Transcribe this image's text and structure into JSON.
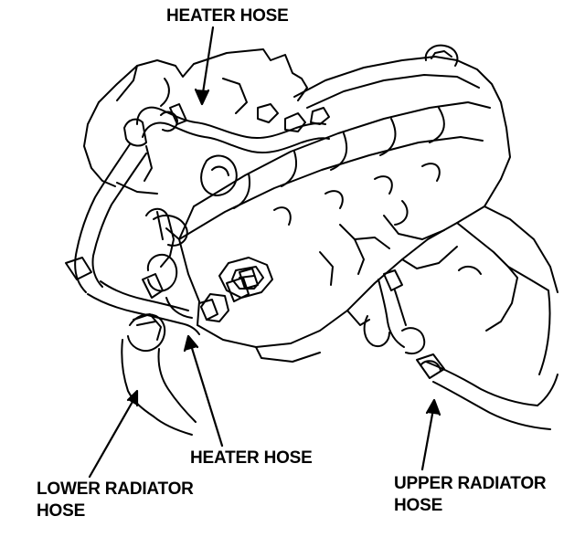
{
  "labels": {
    "heater_hose_top": "HEATER HOSE",
    "heater_hose_bottom": "HEATER HOSE",
    "lower_radiator_hose_line1": "LOWER RADIATOR",
    "lower_radiator_hose_line2": "HOSE",
    "upper_radiator_hose_line1": "UPPER RADIATOR",
    "upper_radiator_hose_line2": "HOSE"
  },
  "colors": {
    "ink": "#000000",
    "background": "#ffffff"
  }
}
